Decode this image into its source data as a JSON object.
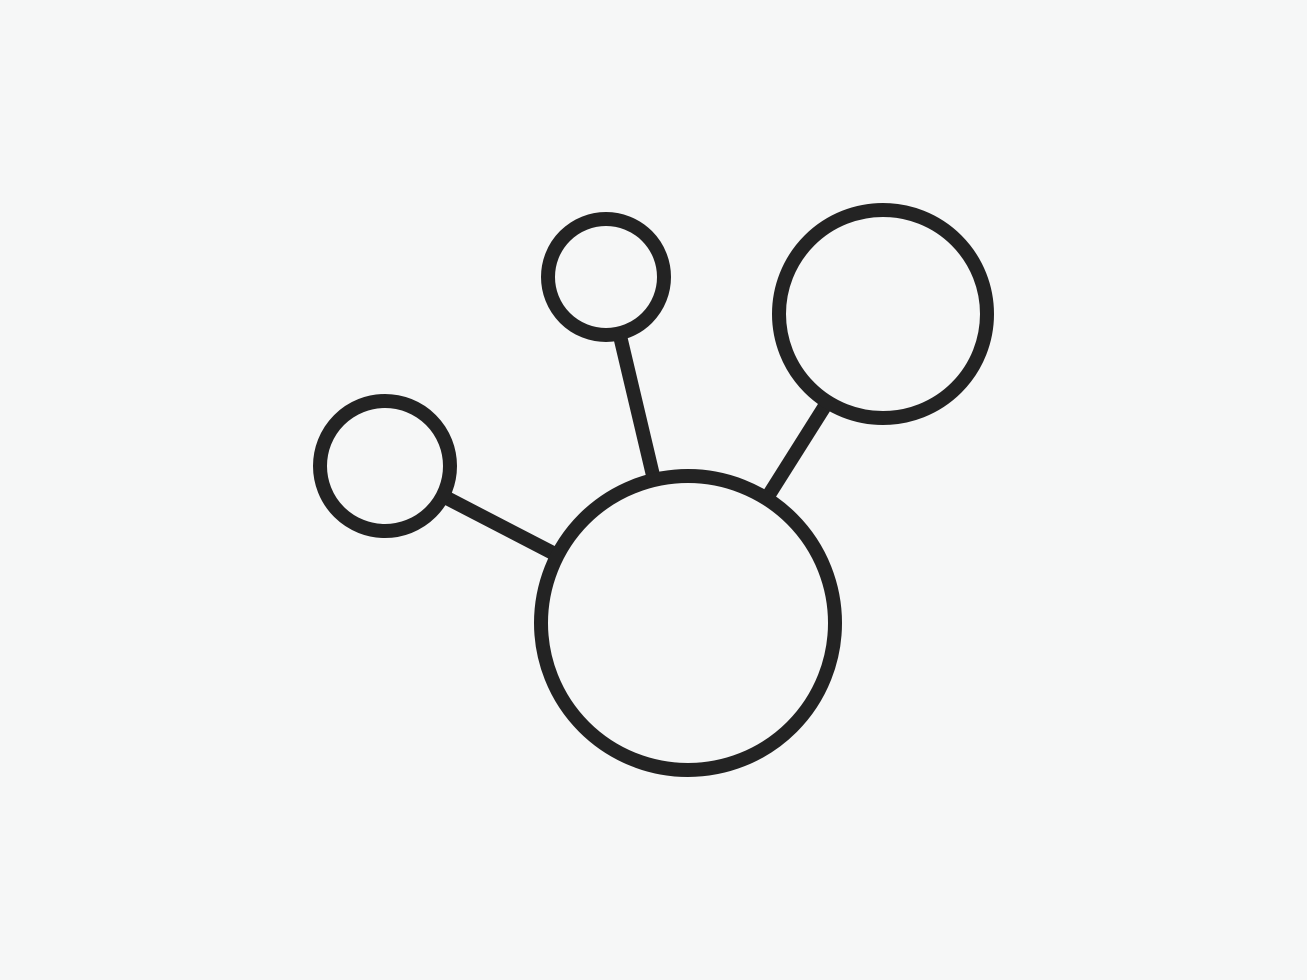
{
  "diagram": {
    "kind": "network-icon",
    "background_color": "#f6f7f7",
    "stroke_color": "#232323",
    "nodes": [
      {
        "id": "hub",
        "role": "central"
      },
      {
        "id": "left",
        "role": "satellite"
      },
      {
        "id": "top",
        "role": "satellite"
      },
      {
        "id": "top-right",
        "role": "satellite"
      }
    ],
    "edges": [
      {
        "from": "hub",
        "to": "left"
      },
      {
        "from": "hub",
        "to": "top"
      },
      {
        "from": "hub",
        "to": "top-right"
      }
    ]
  }
}
